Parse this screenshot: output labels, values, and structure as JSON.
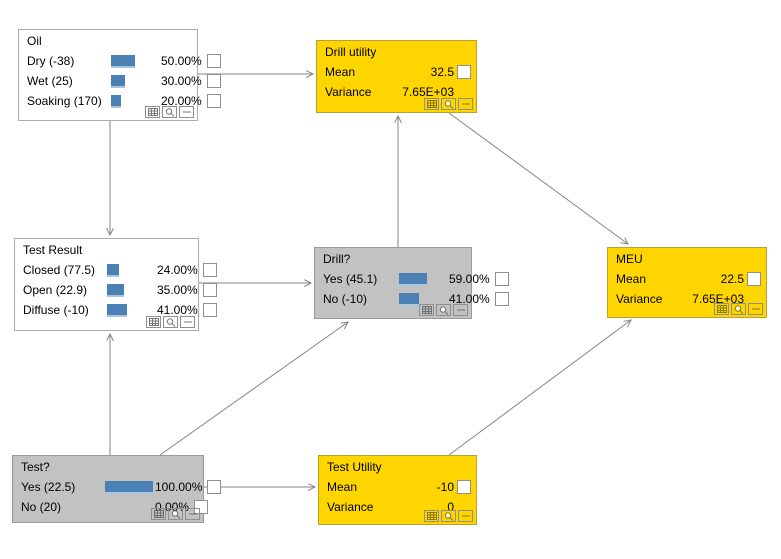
{
  "diagram": {
    "type": "influence-diagram",
    "colors": {
      "chance_node": "#ffffff",
      "decision_node": "#c2c2c2",
      "utility_node": "#ffd500",
      "probability_bar": "#4a80b4",
      "arrow": "#858585"
    },
    "nodes": {
      "oil": {
        "title": "Oil",
        "states": [
          {
            "label": "Dry (-38)",
            "pct": "50.00%"
          },
          {
            "label": "Wet (25)",
            "pct": "30.00%"
          },
          {
            "label": "Soaking (170)",
            "pct": "20.00%"
          }
        ]
      },
      "test_result": {
        "title": "Test Result",
        "states": [
          {
            "label": "Closed (77.5)",
            "pct": "24.00%"
          },
          {
            "label": "Open (22.9)",
            "pct": "35.00%"
          },
          {
            "label": "Diffuse (-10)",
            "pct": "41.00%"
          }
        ]
      },
      "test": {
        "title": "Test?",
        "states": [
          {
            "label": "Yes (22.5)",
            "pct": "100.00%"
          },
          {
            "label": "No (20)",
            "pct": "0.00%"
          }
        ]
      },
      "drill": {
        "title": "Drill?",
        "states": [
          {
            "label": "Yes (45.1)",
            "pct": "59.00%"
          },
          {
            "label": "No (-10)",
            "pct": "41.00%"
          }
        ]
      },
      "drill_utility": {
        "title": "Drill utility",
        "mean_label": "Mean",
        "mean": "32.5",
        "variance_label": "Variance",
        "variance": "7.65E+03"
      },
      "test_utility": {
        "title": "Test Utility",
        "mean_label": "Mean",
        "mean": "-10",
        "variance_label": "Variance",
        "variance": "0"
      },
      "meu": {
        "title": "MEU",
        "mean_label": "Mean",
        "mean": "22.5",
        "variance_label": "Variance",
        "variance": "7.65E+03"
      }
    },
    "edges": [
      {
        "from": "Oil",
        "to": "Drill utility"
      },
      {
        "from": "Oil",
        "to": "Test Result"
      },
      {
        "from": "Test Result",
        "to": "Drill?"
      },
      {
        "from": "Drill?",
        "to": "Drill utility"
      },
      {
        "from": "Drill utility",
        "to": "MEU"
      },
      {
        "from": "Test?",
        "to": "Test Result"
      },
      {
        "from": "Test?",
        "to": "Drill?"
      },
      {
        "from": "Test?",
        "to": "Test Utility"
      },
      {
        "from": "Test Utility",
        "to": "MEU"
      }
    ]
  }
}
